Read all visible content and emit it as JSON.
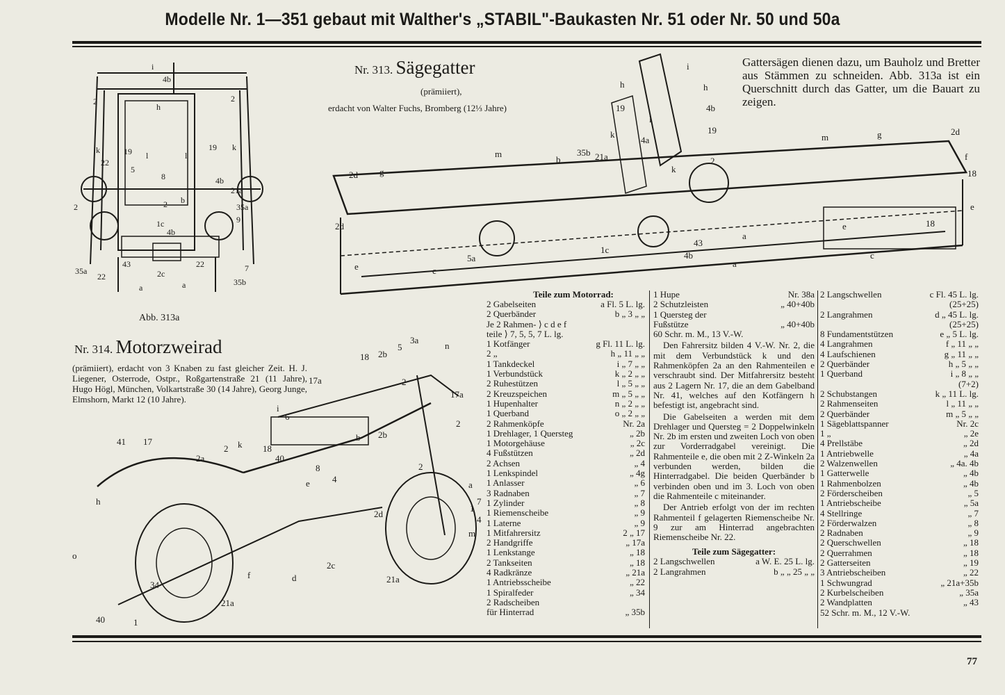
{
  "header": {
    "title": "Modelle Nr. 1—351 gebaut mit Walther's „STABIL\"-Baukasten Nr. 51 oder Nr. 50 und 50a"
  },
  "fig_313a_caption": "Abb. 313a",
  "model_313": {
    "number": "Nr. 313.",
    "name": "Sägegatter",
    "award": "(prämiiert),",
    "author": "erdacht von Walter Fuchs, Bromberg (12⅓ Jahre)"
  },
  "model_313_description": "Gattersägen dienen dazu, um Bauholz und Bretter aus Stämmen zu schneiden. Abb. 313a ist ein Querschnitt durch das Gatter, um die Bauart zu zeigen.",
  "model_314": {
    "number": "Nr. 314.",
    "name": "Motorzweirad",
    "text": "(prämiiert), erdacht von 3 Knaben zu fast gleicher Zeit. H. J. Liegener, Osterrode, Ostpr., Roßgartenstraße 21 (11 Jahre), Hugo Högl, München, Volkartstraße 30 (14 Jahre), Georg Junge, Elmshorn, Markt 12 (10 Jahre)."
  },
  "parts_motorrad": {
    "heading": "Teile zum Motorrad:",
    "rows": [
      [
        "2 Gabelseiten",
        "a Fl.  5 L. lg."
      ],
      [
        "2 Querbänder",
        "b  „  3  „  „"
      ],
      [
        "Je 2 Rahmen- ⟩ c d e f",
        ""
      ],
      [
        "      teile    ⟩ 7, 5, 5, 7 L. lg.",
        ""
      ],
      [
        "1 Kotfänger",
        "g Fl. 11 L. lg."
      ],
      [
        "2    „",
        "h  „ 11  „  „"
      ],
      [
        "1 Tankdeckel",
        "i  „  7  „  „"
      ],
      [
        "1 Verbundstück",
        "k  „  2  „  „"
      ],
      [
        "2 Ruhestützen",
        "l  „  5  „  „"
      ],
      [
        "2 Kreuzspeichen",
        "m  „  5  „  „"
      ],
      [
        "1 Hupenhalter",
        "n  „  2  „  „"
      ],
      [
        "1 Querband",
        "o  „  2  „  „"
      ],
      [
        "2 Rahmenköpfe",
        "Nr.  2a"
      ],
      [
        "1 Drehlager, 1 Quersteg",
        "„  2b"
      ],
      [
        "1 Motorgehäuse",
        "„  2c"
      ],
      [
        "4 Fußstützen",
        "„  2d"
      ],
      [
        "2 Achsen",
        "„  4"
      ],
      [
        "1 Lenkspindel",
        "„  4g"
      ],
      [
        "1 Anlasser",
        "„  6"
      ],
      [
        "3 Radnaben",
        "„  7"
      ],
      [
        "1 Zylinder",
        "„  8"
      ],
      [
        "1 Riemenscheibe",
        "„  9"
      ],
      [
        "1 Laterne",
        "„  9"
      ],
      [
        "1 Mitfahrersitz",
        "2  „  17"
      ],
      [
        "2 Handgriffe",
        "„  17a"
      ],
      [
        "1 Lenkstange",
        "„  18"
      ],
      [
        "2 Tankseiten",
        "„  18"
      ],
      [
        "4 Radkränze",
        "„  21a"
      ],
      [
        "1 Antriebsscheibe",
        "„  22"
      ],
      [
        "1 Spiralfeder",
        "„  34"
      ],
      [
        "2 Radscheiben",
        ""
      ],
      [
        "       für Hinterrad",
        "„  35b"
      ]
    ]
  },
  "col2_top": [
    [
      "1 Hupe",
      "Nr. 38a"
    ],
    [
      "2 Schutzleisten",
      "„  40+40b"
    ],
    [
      "1 Quersteg der",
      ""
    ],
    [
      "    Fußstütze",
      "„  40+40b"
    ],
    [
      "60 Schr. m. M., 13 V.-W.",
      ""
    ]
  ],
  "col2_para1": "Den Fahrersitz bilden 4 V.-W. Nr. 2, die mit dem Verbundstück k und den Rahmenköpfen 2a an den Rahmenteilen e verschraubt sind. Der Mitfahrersitz besteht aus 2 Lagern Nr. 17, die an dem Gabelband Nr. 41, welches auf den Kotfängern h befestigt ist, angebracht sind.",
  "col2_para2": "Die Gabelseiten a werden mit dem Drehlager und Quersteg = 2 Doppelwinkeln Nr. 2b im ersten und zweiten Loch von oben zur Vorderradgabel vereinigt. Die Rahmenteile e, die oben mit 2 Z-Winkeln 2a verbunden werden, bilden die Hinterradgabel. Die beiden Querbänder b verbinden oben und im 3. Loch von oben die Rahmenteile c miteinander.",
  "col2_para3": "Der Antrieb erfolgt von der im rechten Rahmenteil f gelagerten Riemenscheibe Nr. 9 zur am Hinterrad angebrachten Riemenscheibe Nr. 22.",
  "parts_saege_heading": "Teile zum Sägegatter:",
  "col2_bottom": [
    [
      "2 Langschwellen",
      "a W. E. 25 L. lg."
    ],
    [
      "2 Langrahmen",
      "b  „  „  25  „  „"
    ]
  ],
  "col3": [
    [
      "2 Langschwellen",
      "c Fl. 45 L. lg."
    ],
    [
      "",
      "(25+25)"
    ],
    [
      "2 Langrahmen",
      "d  „  45 L. lg."
    ],
    [
      "",
      "(25+25)"
    ],
    [
      "8 Fundamentstützen",
      "e  „  5 L. lg."
    ],
    [
      "4 Langrahmen",
      "f  „  11  „  „"
    ],
    [
      "4 Laufschienen",
      "g  „  11  „  „"
    ],
    [
      "2 Querbänder",
      "h  „  5  „  „"
    ],
    [
      "1 Querband",
      "i  „  8  „  „"
    ],
    [
      "",
      "(7+2)"
    ],
    [
      "2 Schubstangen",
      "k  „  11 L. lg."
    ],
    [
      "2 Rahmenseiten",
      "l  „  11  „  „"
    ],
    [
      "2 Querbänder",
      "m  „  5  „  „"
    ],
    [
      "1 Sägeblattspanner",
      "Nr.  2c"
    ],
    [
      "1      „",
      "„  2e"
    ],
    [
      "4 Prellstäbe",
      "„  2d"
    ],
    [
      "1 Antriebwelle",
      "„  4a"
    ],
    [
      "2 Walzenwellen",
      "„  4a. 4b"
    ],
    [
      "1 Gatterwelle",
      "„  4b"
    ],
    [
      "1 Rahmenbolzen",
      "„  4b"
    ],
    [
      "2 Förderscheiben",
      "„  5"
    ],
    [
      "1 Antriebscheibe",
      "„  5a"
    ],
    [
      "4 Stellringe",
      "„  7"
    ],
    [
      "2 Förderwalzen",
      "„  8"
    ],
    [
      "2 Radnaben",
      "„  9"
    ],
    [
      "2 Querschwellen",
      "„  18"
    ],
    [
      "2 Querrahmen",
      "„  18"
    ],
    [
      "2 Gatterseiten",
      "„  19"
    ],
    [
      "3 Antriebscheiben",
      "„  22"
    ],
    [
      "1 Schwungrad",
      "„  21a+35b"
    ],
    [
      "2 Kurbelscheiben",
      "„  35a"
    ],
    [
      "2 Wandplatten",
      "„  43"
    ],
    [
      "52 Schr. m. M., 12 V.-W.",
      ""
    ]
  ],
  "fig_labels_313a": [
    "i",
    "4b",
    "2",
    "2",
    "h",
    "k",
    "k",
    "19",
    "19",
    "22",
    "5",
    "8",
    "4b",
    "21a",
    "35a",
    "l",
    "l",
    "b",
    "2",
    "1c",
    "4b",
    "9",
    "7",
    "35a",
    "22",
    "43",
    "2c",
    "22",
    "35b",
    "a",
    "a",
    "2"
  ],
  "fig_labels_313": [
    "i",
    "h",
    "h",
    "19",
    "4b",
    "l",
    "k",
    "19",
    "4a",
    "m",
    "35b",
    "21a",
    "b",
    "2d",
    "g",
    "k",
    "2",
    "m",
    "g",
    "2d",
    "f",
    "18",
    "e",
    "18",
    "e",
    "c",
    "a",
    "c",
    "1c",
    "5a",
    "43",
    "4b",
    "e",
    "a",
    "2d"
  ],
  "fig_labels_314": [
    "18",
    "2b",
    "5",
    "3a",
    "n",
    "17a",
    "2",
    "17a",
    "i",
    "6",
    "2",
    "41",
    "17",
    "2a",
    "2",
    "k",
    "18",
    "40",
    "b",
    "2b",
    "4",
    "8",
    "e",
    "2",
    "h",
    "a",
    "7",
    "2d",
    "1",
    "4",
    "m",
    "o",
    "34",
    "f",
    "d",
    "2c",
    "21a",
    "40",
    "1",
    "21a"
  ],
  "page_number": "77"
}
